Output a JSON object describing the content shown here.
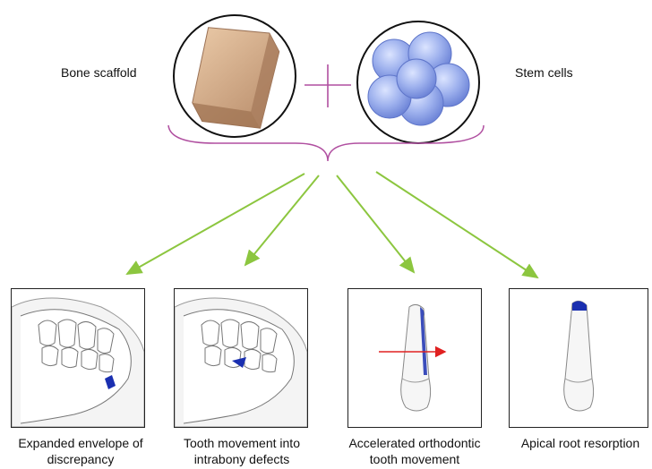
{
  "top": {
    "left_label": "Bone scaffold",
    "right_label": "Stem cells"
  },
  "panels": [
    {
      "caption_line1": "Expanded envelope of",
      "caption_line2": "discrepancy"
    },
    {
      "caption_line1": "Tooth movement into",
      "caption_line2": "intrabony defects"
    },
    {
      "caption_line1": "Accelerated orthodontic",
      "caption_line2": "tooth movement"
    },
    {
      "caption_line1": "Apical root resorption",
      "caption_line2": ""
    }
  ],
  "colors": {
    "arrow": "#8cc63f",
    "plus_and_brace": "#b04fa0",
    "scaffold": "#d9b28f",
    "cells": "#8fa6e8",
    "highlight": "#1a2fb0",
    "red_arrow": "#e02020"
  }
}
